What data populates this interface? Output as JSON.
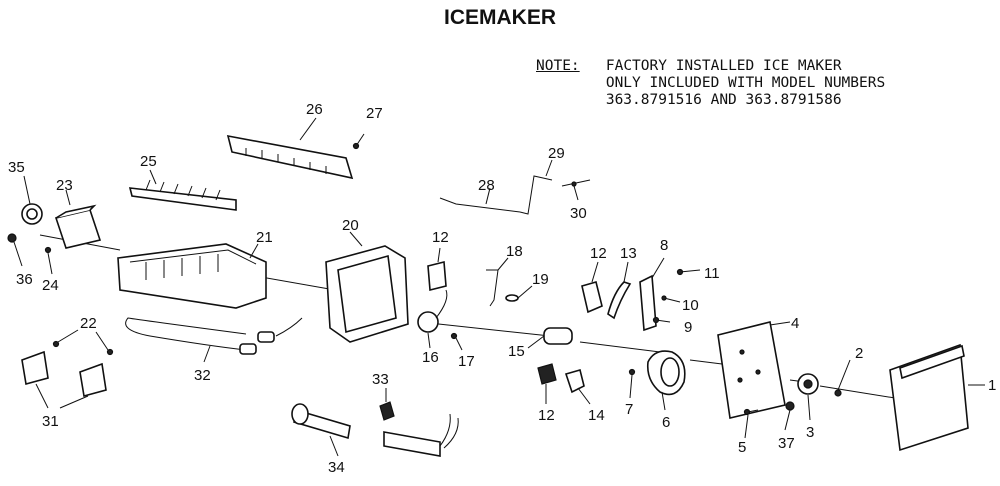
{
  "title": "ICEMAKER",
  "note": {
    "label": "NOTE:",
    "lines": [
      "FACTORY INSTALLED ICE MAKER",
      "ONLY INCLUDED WITH MODEL NUMBERS",
      "363.8791516 AND 363.8791586"
    ]
  },
  "parts": [
    {
      "id": "p1",
      "label": "1"
    },
    {
      "id": "p2",
      "label": "2"
    },
    {
      "id": "p3",
      "label": "3"
    },
    {
      "id": "p4",
      "label": "4"
    },
    {
      "id": "p5",
      "label": "5"
    },
    {
      "id": "p6",
      "label": "6"
    },
    {
      "id": "p7",
      "label": "7"
    },
    {
      "id": "p8",
      "label": "8"
    },
    {
      "id": "p9",
      "label": "9"
    },
    {
      "id": "p10",
      "label": "10"
    },
    {
      "id": "p11",
      "label": "11"
    },
    {
      "id": "p12a",
      "label": "12"
    },
    {
      "id": "p12b",
      "label": "12"
    },
    {
      "id": "p12c",
      "label": "12"
    },
    {
      "id": "p13",
      "label": "13"
    },
    {
      "id": "p14",
      "label": "14"
    },
    {
      "id": "p15",
      "label": "15"
    },
    {
      "id": "p16",
      "label": "16"
    },
    {
      "id": "p17",
      "label": "17"
    },
    {
      "id": "p18",
      "label": "18"
    },
    {
      "id": "p19",
      "label": "19"
    },
    {
      "id": "p20",
      "label": "20"
    },
    {
      "id": "p21",
      "label": "21"
    },
    {
      "id": "p22",
      "label": "22"
    },
    {
      "id": "p23",
      "label": "23"
    },
    {
      "id": "p24",
      "label": "24"
    },
    {
      "id": "p25",
      "label": "25"
    },
    {
      "id": "p26",
      "label": "26"
    },
    {
      "id": "p27",
      "label": "27"
    },
    {
      "id": "p28",
      "label": "28"
    },
    {
      "id": "p29",
      "label": "29"
    },
    {
      "id": "p30",
      "label": "30"
    },
    {
      "id": "p31",
      "label": "31"
    },
    {
      "id": "p32",
      "label": "32"
    },
    {
      "id": "p33",
      "label": "33"
    },
    {
      "id": "p34",
      "label": "34"
    },
    {
      "id": "p35",
      "label": "35"
    },
    {
      "id": "p36",
      "label": "36"
    },
    {
      "id": "p37",
      "label": "37"
    }
  ]
}
